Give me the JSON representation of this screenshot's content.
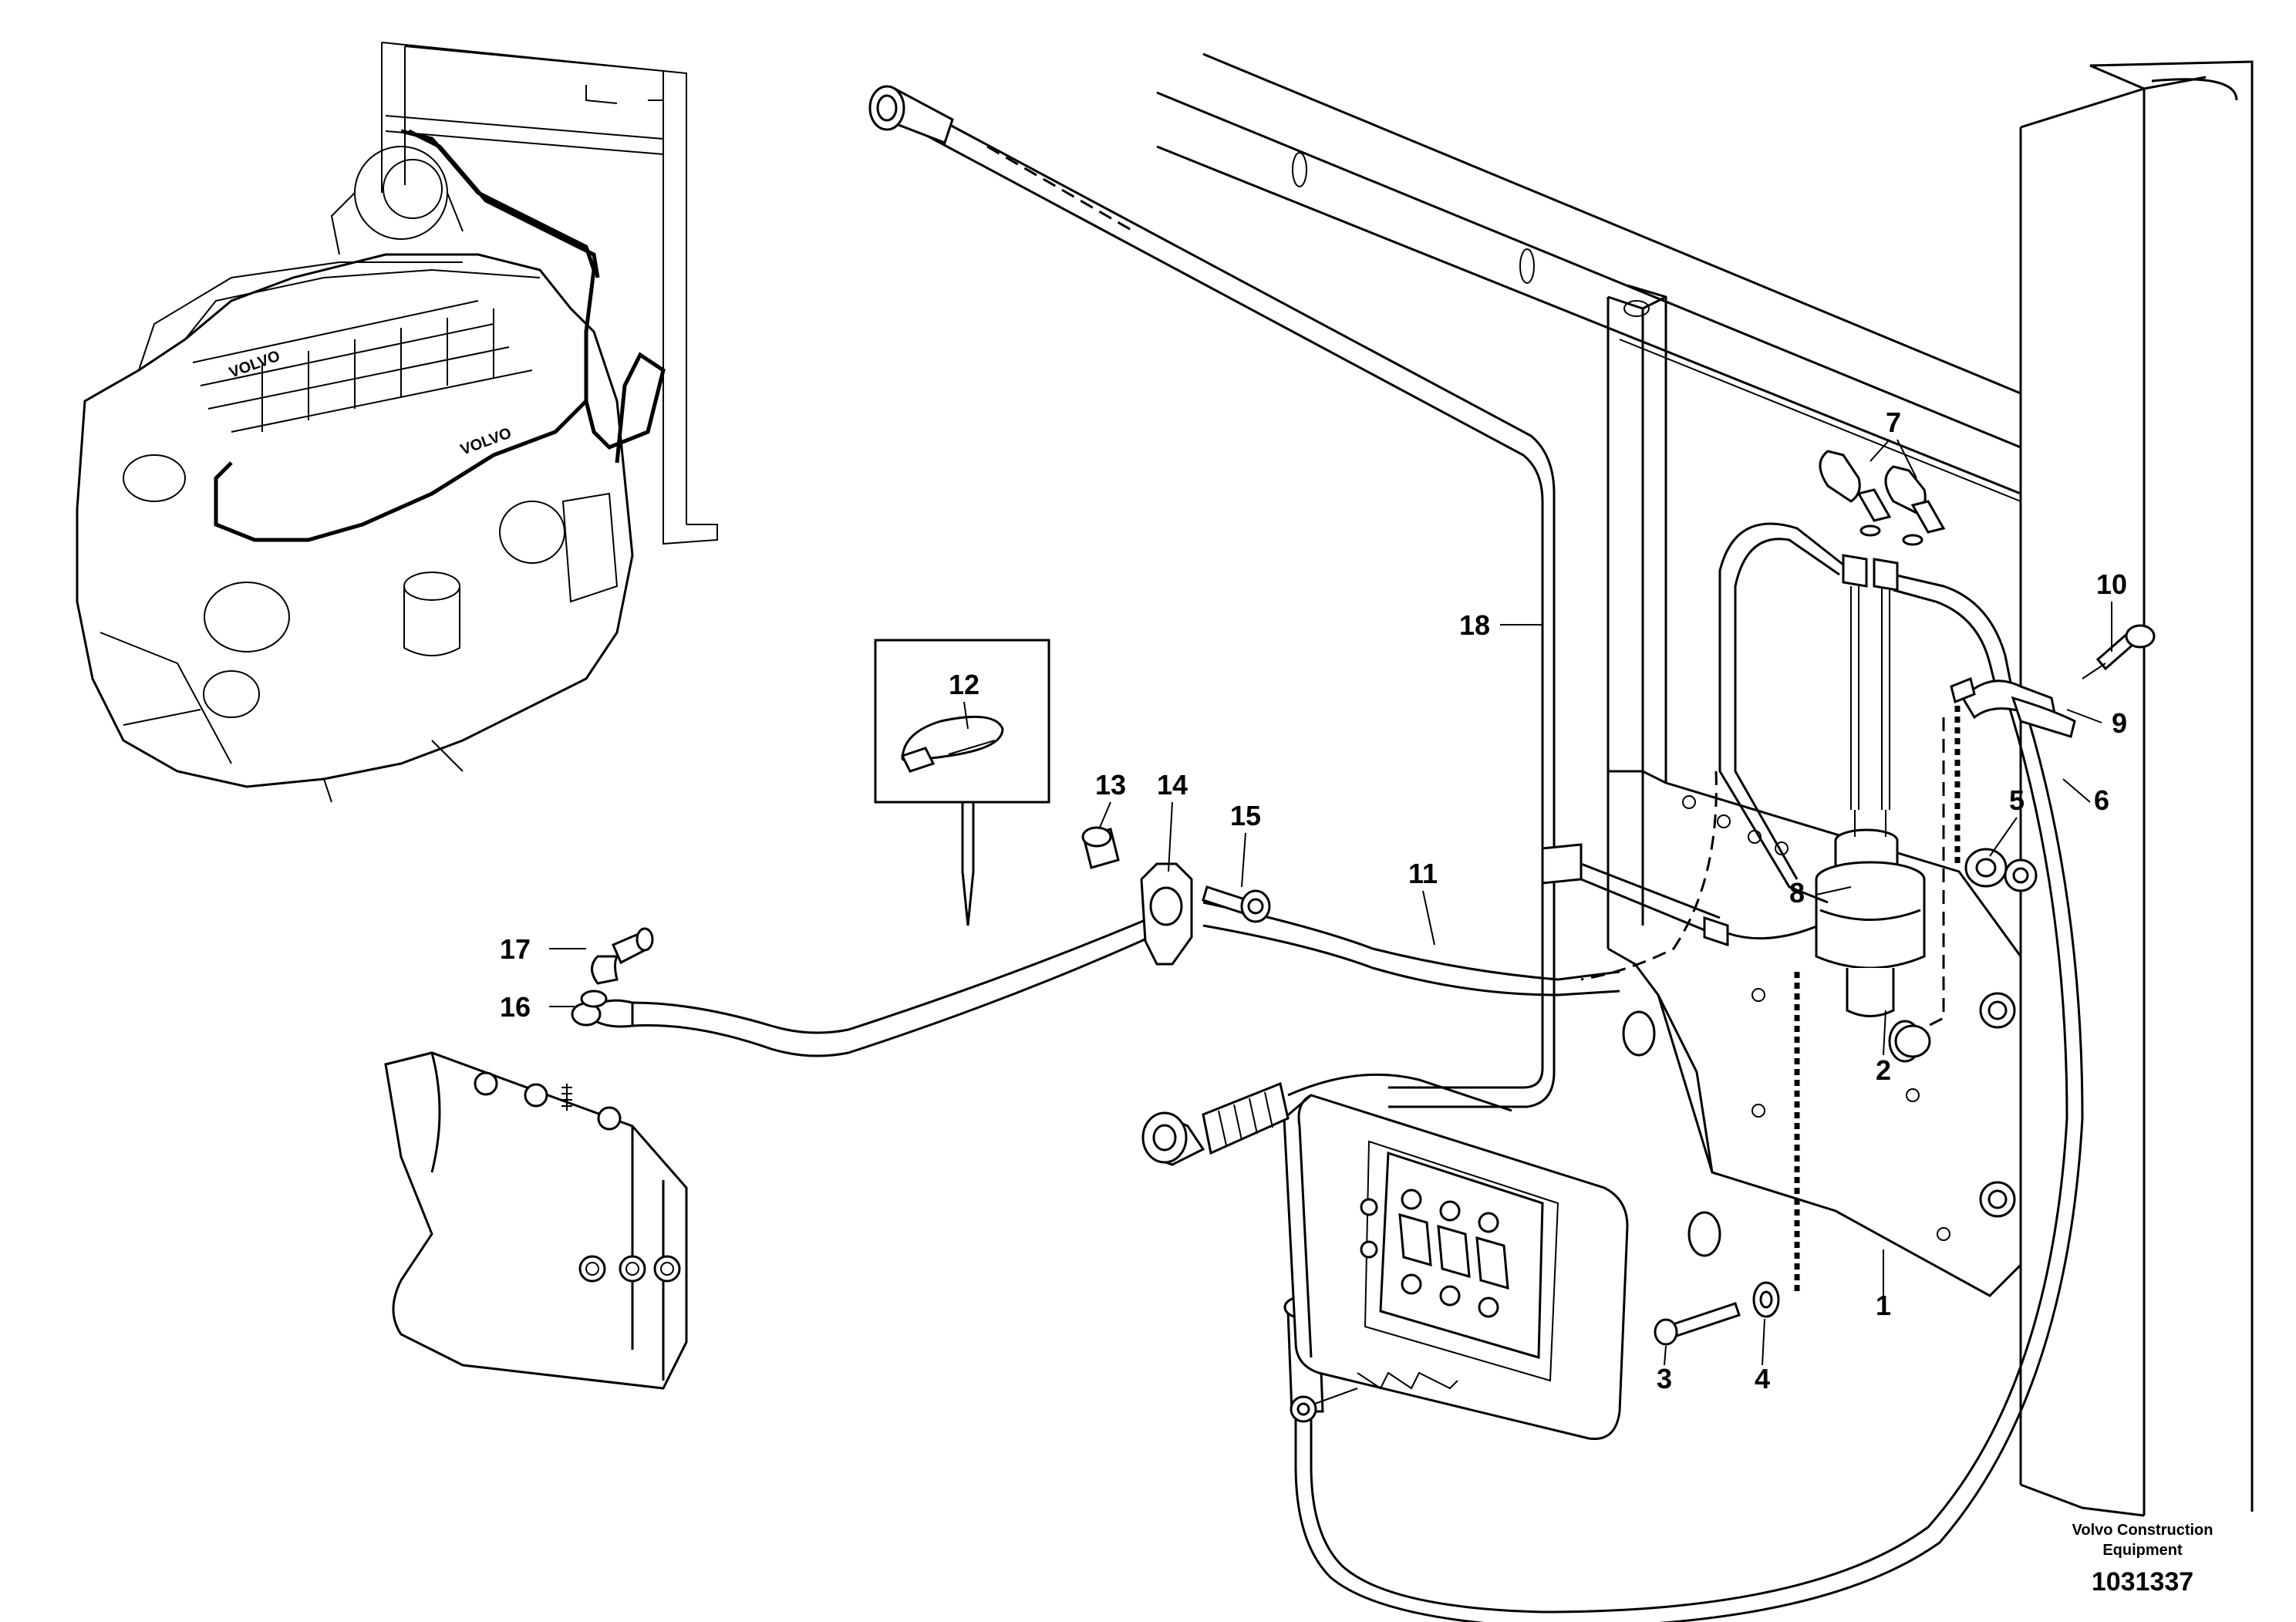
{
  "callouts": [
    "1",
    "2",
    "3",
    "4",
    "5",
    "6",
    "7",
    "8",
    "9",
    "10",
    "11",
    "12",
    "13",
    "14",
    "15",
    "16",
    "17",
    "18"
  ],
  "footer": {
    "brand_line1": "Volvo Construction",
    "brand_line2": "Equipment",
    "part_number": "1031337"
  },
  "engine_brand": "VOLVO"
}
